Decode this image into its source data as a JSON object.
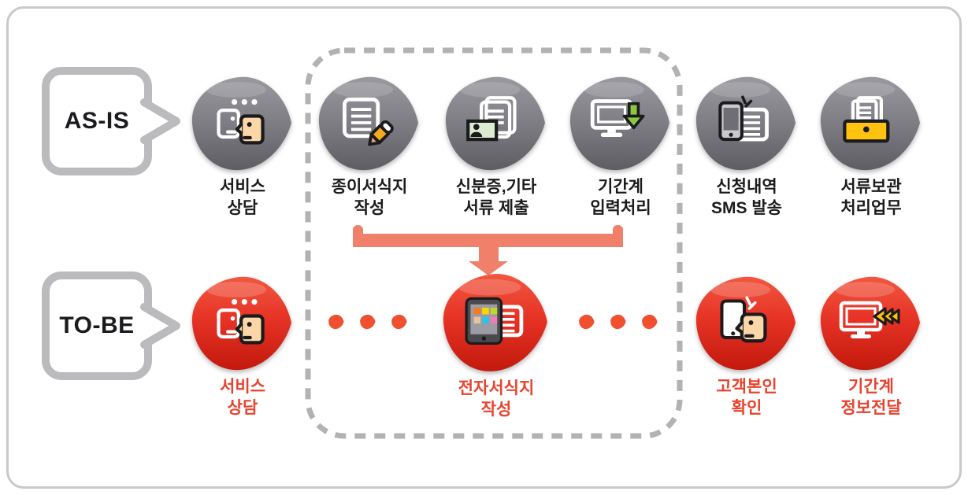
{
  "as_is": {
    "bubble_label": "AS-IS",
    "items": [
      {
        "label": "서비스\n상담",
        "icon": "conversation-icon"
      },
      {
        "label": "종이서식지\n작성",
        "icon": "paper-pencil-icon"
      },
      {
        "label": "신분증,기타\n서류 제출",
        "icon": "id-card-documents-icon"
      },
      {
        "label": "기간계\n입력처리",
        "icon": "computer-download-icon"
      },
      {
        "label": "신청내역\nSMS 발송",
        "icon": "phone-sms-icon"
      },
      {
        "label": "서류보관\n처리업무",
        "icon": "document-storage-icon"
      }
    ]
  },
  "to_be": {
    "bubble_label": "TO-BE",
    "items": [
      {
        "label": "서비스\n상담",
        "icon": "conversation-icon"
      },
      {
        "label": "전자서식지\n작성",
        "icon": "tablet-form-icon"
      },
      {
        "label": "고객본인\n확인",
        "icon": "phone-face-icon"
      },
      {
        "label": "기간계\n정보전달",
        "icon": "monitor-transfer-icon"
      }
    ]
  },
  "connector": {
    "grouped_as_is_steps": [
      "종이서식지 작성",
      "신분증,기타 서류 제출",
      "기간계 입력처리"
    ],
    "merges_into": "전자서식지 작성",
    "left_dots": 3,
    "right_dots": 3
  },
  "colors": {
    "blob_gray": "#7E7D83",
    "blob_red": "#E63326",
    "accent_red_text": "#E8432E",
    "bracket_salmon": "#F0806A",
    "dashed_border": "#B2B2B4",
    "bubble_border": "#BBBBBE",
    "pencil_orange": "#F5A81C",
    "card_green": "#DCEBD2",
    "arrow_green": "#8DC63F",
    "drawer_yellow": "#FFC20E",
    "skin": "#FBD7A8"
  }
}
